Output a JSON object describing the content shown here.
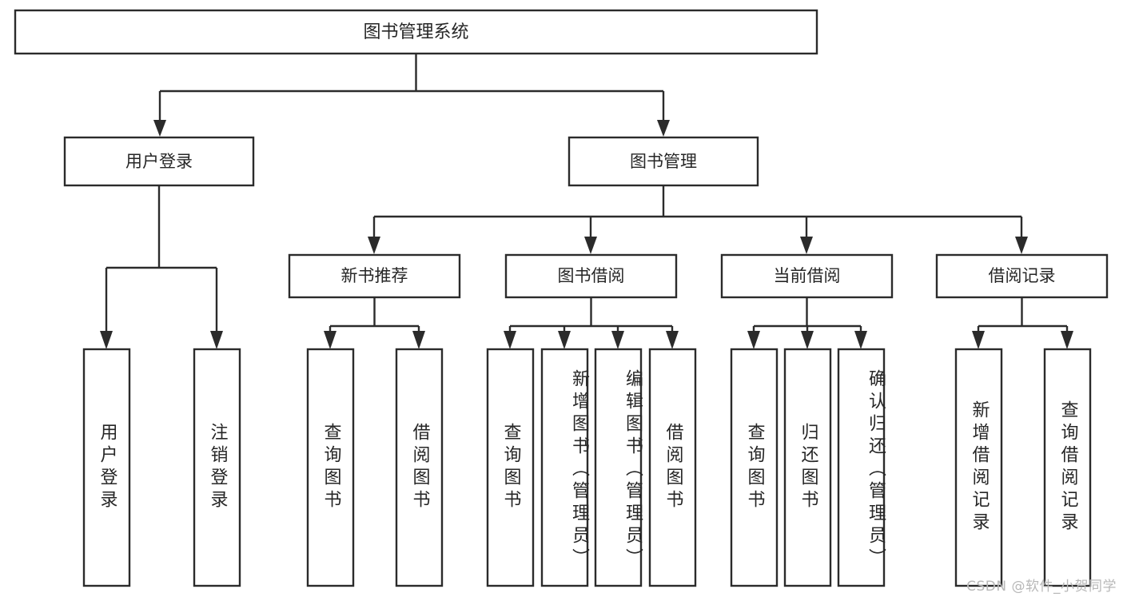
{
  "diagram": {
    "title": "图书管理系统",
    "type": "tree-hierarchy-chart",
    "root": {
      "label": "图书管理系统"
    },
    "level1": [
      {
        "label": "用户登录"
      },
      {
        "label": "图书管理"
      }
    ],
    "level2": [
      {
        "label": "新书推荐"
      },
      {
        "label": "图书借阅"
      },
      {
        "label": "当前借阅"
      },
      {
        "label": "借阅记录"
      }
    ],
    "leaves": {
      "user_login": [
        {
          "label": "用户登录"
        },
        {
          "label": "注销登录"
        }
      ],
      "new_book_recommend": [
        {
          "label": "查询图书"
        },
        {
          "label": "借阅图书"
        }
      ],
      "book_borrow": [
        {
          "label": "查询图书"
        },
        {
          "label": "新增图书（管理员）"
        },
        {
          "label": "编辑图书（管理员）"
        },
        {
          "label": "借阅图书"
        }
      ],
      "current_borrow": [
        {
          "label": "查询图书"
        },
        {
          "label": "归还图书"
        },
        {
          "label": "确认归还（管理员）"
        }
      ],
      "borrow_record": [
        {
          "label": "新增借阅记录"
        },
        {
          "label": "查询借阅记录"
        }
      ]
    }
  },
  "watermark": {
    "text": "CSDN @软件_小贺同学"
  },
  "colors": {
    "stroke": "#2b2b2b",
    "fill": "#ffffff",
    "text": "#262626",
    "watermark": "#b8b8b8"
  }
}
